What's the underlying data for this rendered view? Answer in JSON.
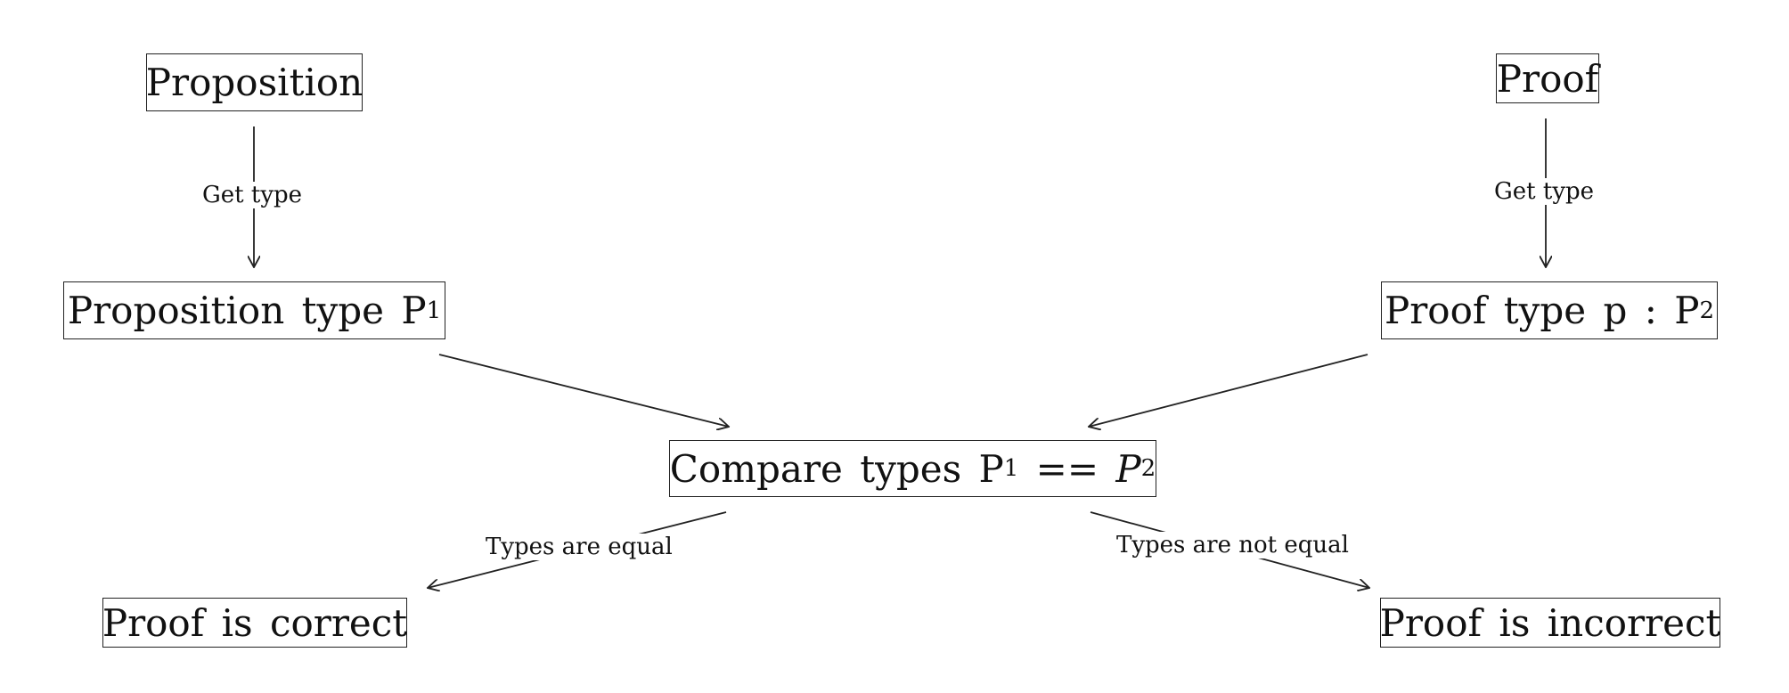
{
  "nodes": {
    "proposition": "Proposition",
    "proof": "Proof",
    "proposition_type": {
      "text": "Proposition type P",
      "sub": "1"
    },
    "proof_type": {
      "text": "Proof type p : P",
      "sub": "2"
    },
    "compare": {
      "text": "Compare types P",
      "sub1": "1",
      "op": " == ",
      "var": "P",
      "sub2": "2"
    },
    "correct": "Proof is correct",
    "incorrect": "Proof is incorrect"
  },
  "edges": {
    "get_type_left": "Get type",
    "get_type_right": "Get type",
    "equal": "Types are equal",
    "not_equal": "Types are not equal"
  }
}
